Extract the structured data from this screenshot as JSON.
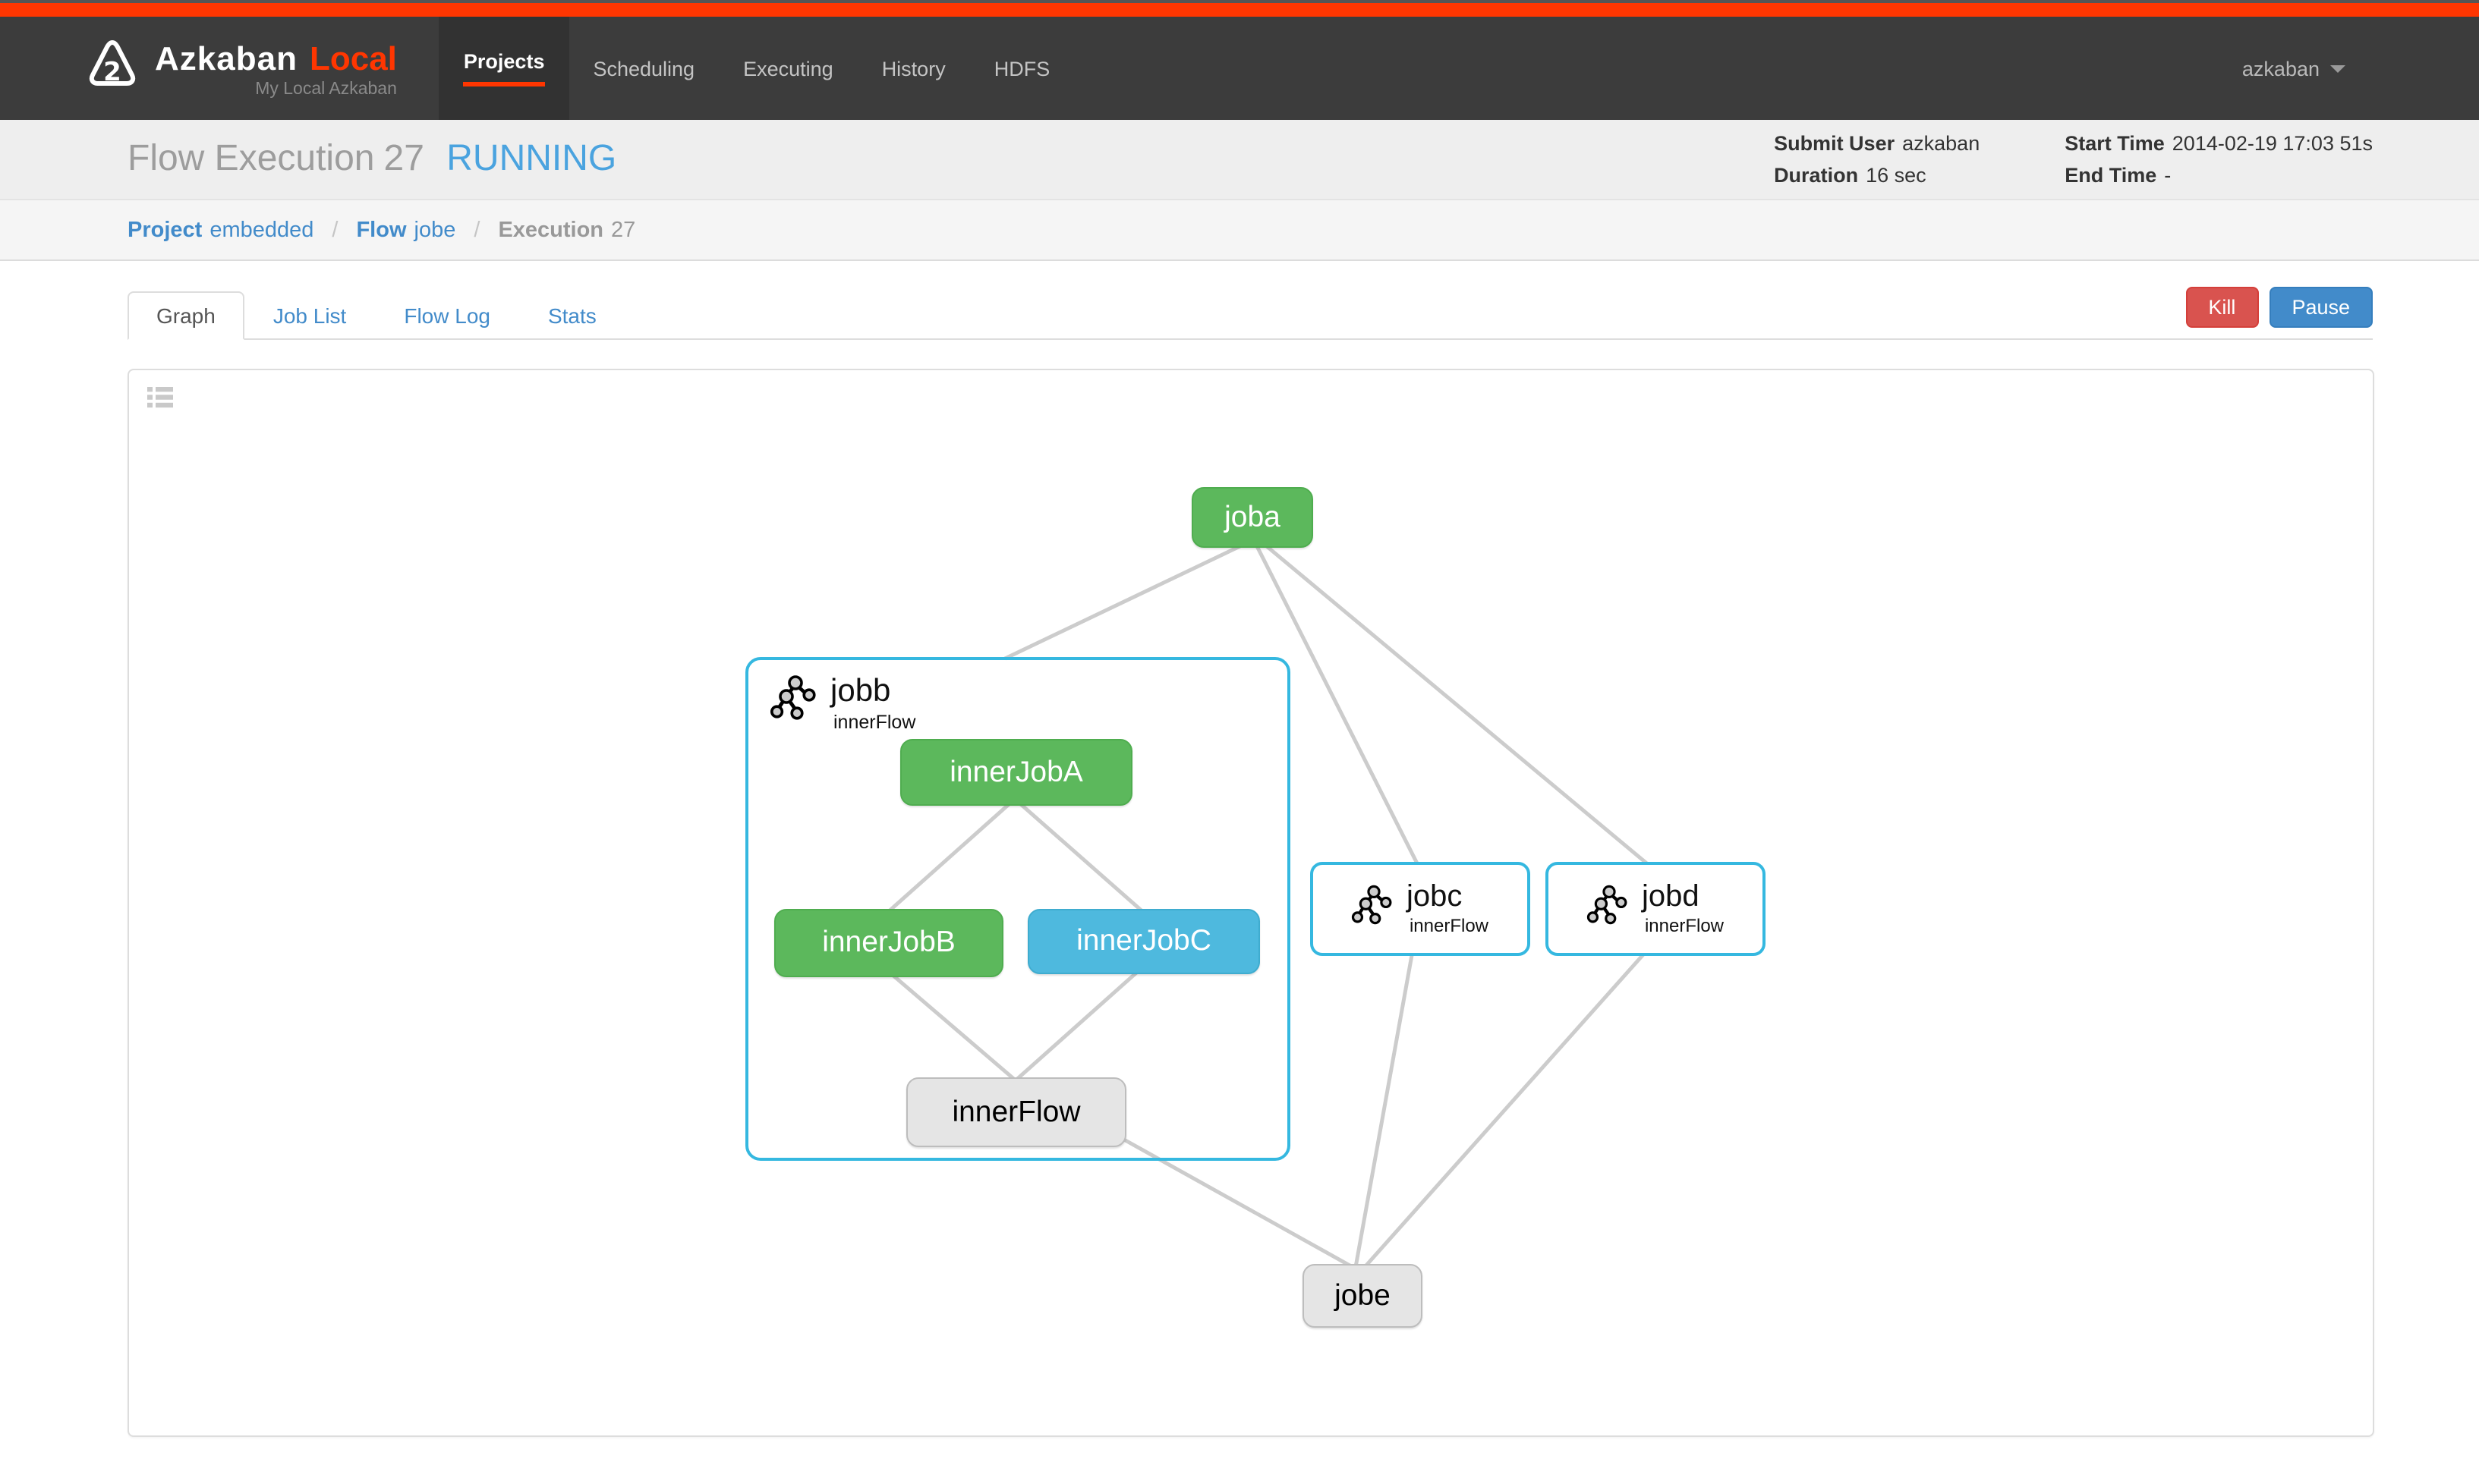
{
  "navbar": {
    "brand": "Azkaban",
    "brand_suffix": "Local",
    "brand_subtitle": "My Local Azkaban",
    "items": [
      {
        "label": "Projects",
        "active": true
      },
      {
        "label": "Scheduling",
        "active": false
      },
      {
        "label": "Executing",
        "active": false
      },
      {
        "label": "History",
        "active": false
      },
      {
        "label": "HDFS",
        "active": false
      }
    ],
    "user": "azkaban"
  },
  "header": {
    "title": "Flow Execution",
    "execution_id": "27",
    "status": "RUNNING",
    "meta": {
      "submit_user_label": "Submit User",
      "submit_user": "azkaban",
      "duration_label": "Duration",
      "duration": "16 sec",
      "start_time_label": "Start Time",
      "start_time": "2014-02-19 17:03 51s",
      "end_time_label": "End Time",
      "end_time": "-"
    }
  },
  "breadcrumb": {
    "separator": "/",
    "items": [
      {
        "label": "Project",
        "value": "embedded"
      },
      {
        "label": "Flow",
        "value": "jobe"
      },
      {
        "label": "Execution",
        "value": "27"
      }
    ]
  },
  "tabs": [
    {
      "label": "Graph",
      "active": true
    },
    {
      "label": "Job List",
      "active": false
    },
    {
      "label": "Flow Log",
      "active": false
    },
    {
      "label": "Stats",
      "active": false
    }
  ],
  "actions": {
    "kill": "Kill",
    "pause": "Pause"
  },
  "graph": {
    "nodes": {
      "joba": {
        "label": "joba",
        "status": "succeeded"
      },
      "jobb": {
        "label": "jobb",
        "subtitle": "innerFlow",
        "status": "running-flow"
      },
      "innerJobA": {
        "label": "innerJobA",
        "status": "succeeded"
      },
      "innerJobB": {
        "label": "innerJobB",
        "status": "succeeded"
      },
      "innerJobC": {
        "label": "innerJobC",
        "status": "running"
      },
      "innerFlow": {
        "label": "innerFlow",
        "status": "ready"
      },
      "jobc": {
        "label": "jobc",
        "subtitle": "innerFlow",
        "status": "running-flow"
      },
      "jobd": {
        "label": "jobd",
        "subtitle": "innerFlow",
        "status": "running-flow"
      },
      "jobe": {
        "label": "jobe",
        "status": "ready"
      }
    },
    "edges": [
      [
        "joba",
        "jobb"
      ],
      [
        "joba",
        "jobc"
      ],
      [
        "joba",
        "jobd"
      ],
      [
        "innerJobA",
        "innerJobB"
      ],
      [
        "innerJobA",
        "innerJobC"
      ],
      [
        "innerJobB",
        "innerFlow"
      ],
      [
        "innerJobC",
        "innerFlow"
      ],
      [
        "jobb",
        "jobe"
      ],
      [
        "jobc",
        "jobe"
      ],
      [
        "jobd",
        "jobe"
      ]
    ]
  },
  "colors": {
    "accent_orange": "#ff3601",
    "link_blue": "#428bca",
    "status_running_text": "#4aa3df",
    "node_succeeded_green": "#5cb85c",
    "node_running_blue": "#4eb9de",
    "node_ready_gray": "#e5e5e5",
    "flow_border_cyan": "#35b8e0",
    "kill_red": "#d9534f",
    "edge_gray": "#cccccc"
  }
}
